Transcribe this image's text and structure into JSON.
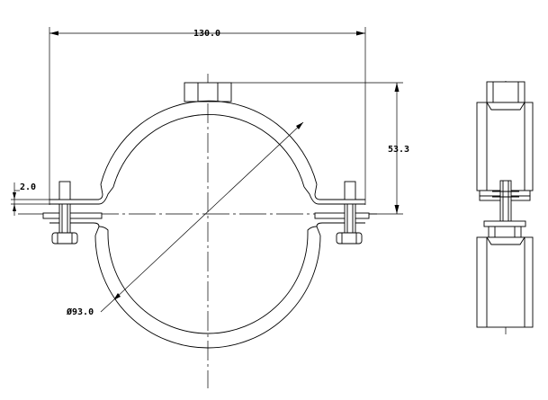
{
  "dimensions": {
    "width_label": "130.0",
    "height_label": "53.3",
    "thickness_label": "2.0",
    "diameter_label": "Ø93.0"
  }
}
